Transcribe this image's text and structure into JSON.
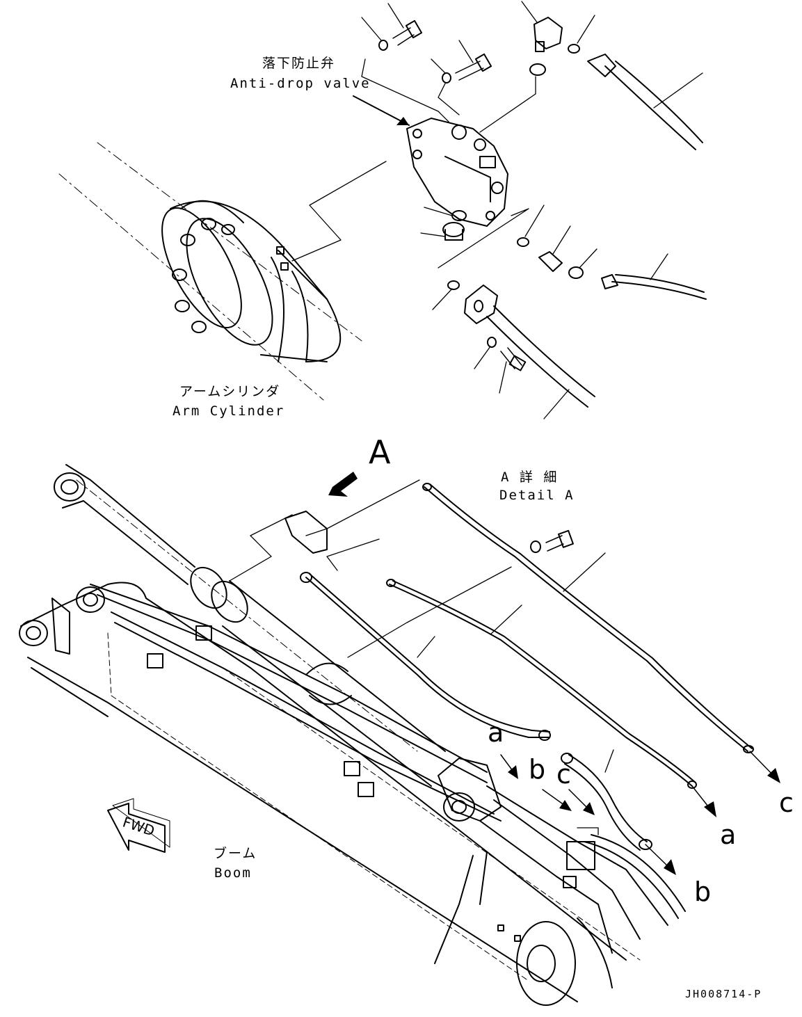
{
  "labels": {
    "anti_drop_valve_jp": "落下防止弁",
    "anti_drop_valve_en": "Anti-drop valve",
    "arm_cylinder_jp": "アームシリンダ",
    "arm_cylinder_en": "Arm Cylinder",
    "view_marker": "A",
    "detail_a_jp": "A 詳 細",
    "detail_a_en": "Detail A",
    "boom_jp": "ブーム",
    "boom_en": "Boom",
    "fwd": "FWD",
    "drawing_number": "JH008714-P"
  },
  "connection_tags": {
    "a_top": "a",
    "b_top": "b",
    "c_top": "c",
    "a_end": "a",
    "b_end": "b",
    "c_end": "c"
  }
}
